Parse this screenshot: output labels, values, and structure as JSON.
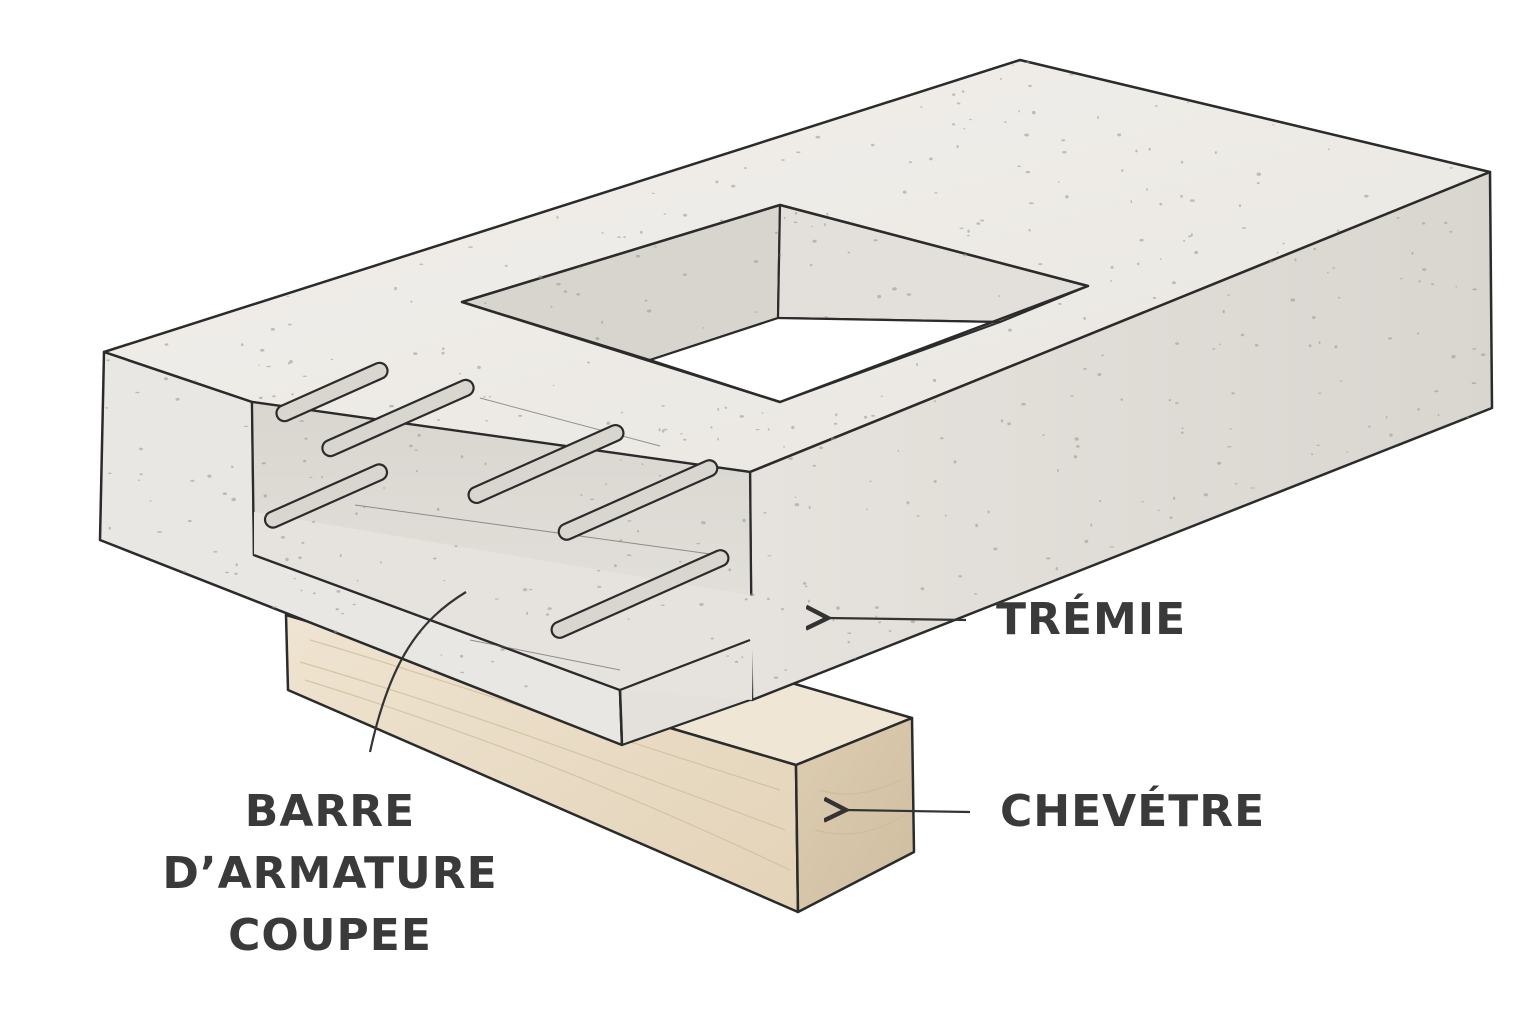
{
  "labels": {
    "tremie": "TRÉMIE",
    "chevetre": "CHEVÉTRE",
    "barre_line1": "BARRE",
    "barre_line2": "D’ARMATURE",
    "barre_line3": "COUPEE"
  },
  "colors": {
    "concrete_top": "#efede9",
    "concrete_front": "#e8e6e2",
    "concrete_right": "#e2dfda",
    "concrete_recess": "#dedbd6",
    "wood_top": "#ede2cf",
    "wood_side": "#e6d8c0",
    "wood_end": "#dccbb0",
    "outline": "#2b2b2b",
    "text": "#3a3a3a"
  }
}
